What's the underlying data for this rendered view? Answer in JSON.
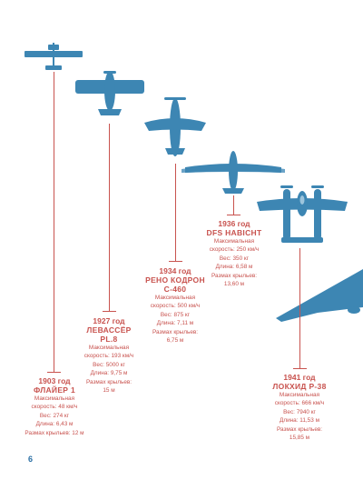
{
  "page_number": "6",
  "colors": {
    "plane": "#3d86b3",
    "plane_light": "#6aa3c7",
    "accent": "#c8524e"
  },
  "aircraft": [
    {
      "year": "1903 год",
      "name": "ФЛАЙЕР 1",
      "stats": [
        "Максимальная",
        "скорость: 48 км/ч",
        "Вес: 274 кг",
        "Длина: 6,43 м",
        "Размах крыльев: 12 м"
      ]
    },
    {
      "year": "1927 год",
      "name": "ЛЕВАССЁР",
      "name2": "PL.8",
      "stats": [
        "Максимальная",
        "скорость: 193 км/ч",
        "Вес: 5000 кг",
        "Длина: 9,75 м",
        "Размах крыльев:",
        "15 м"
      ]
    },
    {
      "year": "1934 год",
      "name": "РЕНО КОДРОН",
      "name2": "C-460",
      "stats": [
        "Максимальная",
        "скорость: 500 км/ч",
        "Вес: 875 кг",
        "Длина: 7,11 м",
        "Размах крыльев:",
        "6,75 м"
      ]
    },
    {
      "year": "1936 год",
      "name": "DFS HABICHT",
      "stats": [
        "Максимальная",
        "скорость: 250 км/ч",
        "Вес: 350 кг",
        "Длина: 6,58 м",
        "Размах крыльев:",
        "13,60 м"
      ]
    },
    {
      "year": "1941 год",
      "name": "ЛОКХИД Р-38",
      "stats": [
        "Максимальная",
        "скорость: 666 км/ч",
        "Вес: 7940 кг",
        "Длина: 11,53 м",
        "Размах крыльев:",
        "15,85 м"
      ]
    }
  ]
}
